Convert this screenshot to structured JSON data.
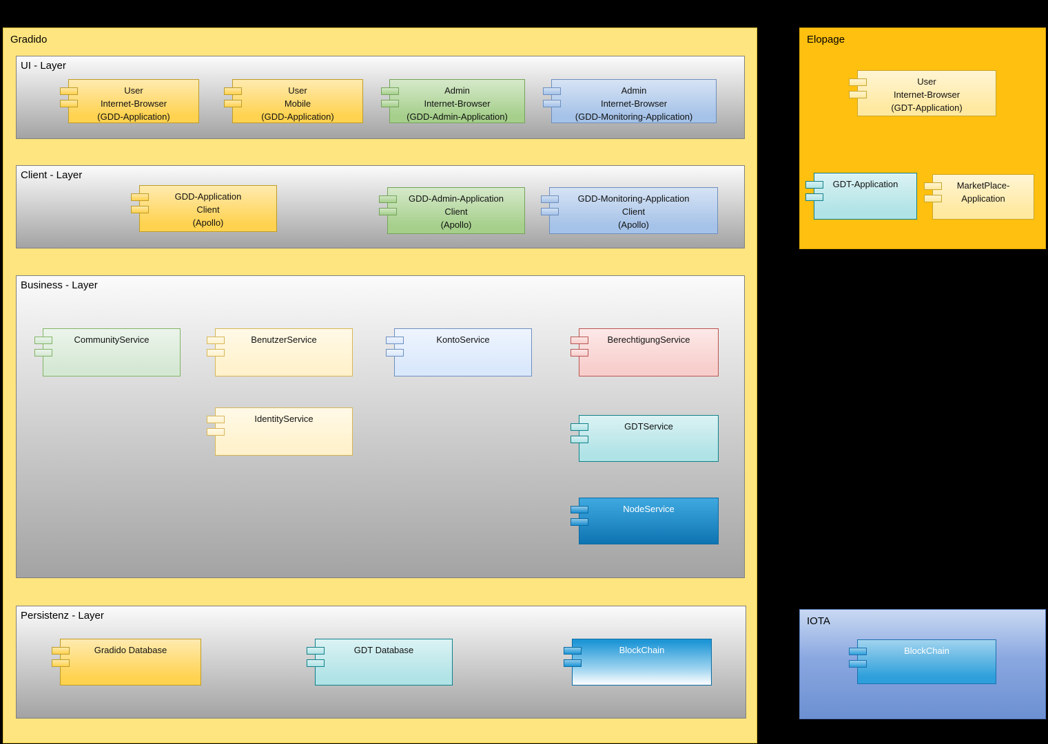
{
  "colors": {
    "background": "#000000",
    "gradido_container": "#FFE57F",
    "elopage_container": "#FFC010",
    "iota_container_top": "#C9D9F2",
    "iota_container_bottom": "#6C90D2",
    "component_yellow": "#FFD24F",
    "component_pale_yellow": "#FFF2CC",
    "component_green": "#A5CF8B",
    "component_pale_green": "#D5E8D4",
    "component_blue": "#A5C2E8",
    "component_pale_blue": "#DAE8FC",
    "component_pink": "#F8CECC",
    "component_teal": "#B0E3E6",
    "component_strong_blue": "#1C8FD0"
  },
  "gradido": {
    "title": "Gradido",
    "ui_layer": {
      "title": "UI - Layer",
      "components": [
        {
          "label": "User\nInternet-Browser\n(GDD-Application)"
        },
        {
          "label": "User\nMobile\n(GDD-Application)"
        },
        {
          "label": "Admin\nInternet-Browser\n(GDD-Admin-Application)"
        },
        {
          "label": "Admin\nInternet-Browser\n(GDD-Monitoring-Application)"
        }
      ]
    },
    "client_layer": {
      "title": "Client - Layer",
      "components": [
        {
          "label": "GDD-Application\nClient\n(Apollo)"
        },
        {
          "label": "GDD-Admin-Application\nClient\n(Apollo)"
        },
        {
          "label": "GDD-Monitoring-Application\nClient\n(Apollo)"
        }
      ]
    },
    "business_layer": {
      "title": "Business - Layer",
      "components": [
        {
          "label": "CommunityService"
        },
        {
          "label": "BenutzerService"
        },
        {
          "label": "KontoService"
        },
        {
          "label": "BerechtigungService"
        },
        {
          "label": "IdentityService"
        },
        {
          "label": "GDTService"
        },
        {
          "label": "NodeService"
        }
      ]
    },
    "persistenz_layer": {
      "title": "Persistenz - Layer",
      "components": [
        {
          "label": "Gradido Database"
        },
        {
          "label": "GDT Database"
        },
        {
          "label": "BlockChain"
        }
      ]
    }
  },
  "elopage": {
    "title": "Elopage",
    "components": [
      {
        "label": "User\nInternet-Browser\n(GDT-Application)"
      },
      {
        "label": "GDT-Application"
      },
      {
        "label": "MarketPlace-\nApplication"
      }
    ]
  },
  "iota": {
    "title": "IOTA",
    "components": [
      {
        "label": "BlockChain"
      }
    ]
  }
}
